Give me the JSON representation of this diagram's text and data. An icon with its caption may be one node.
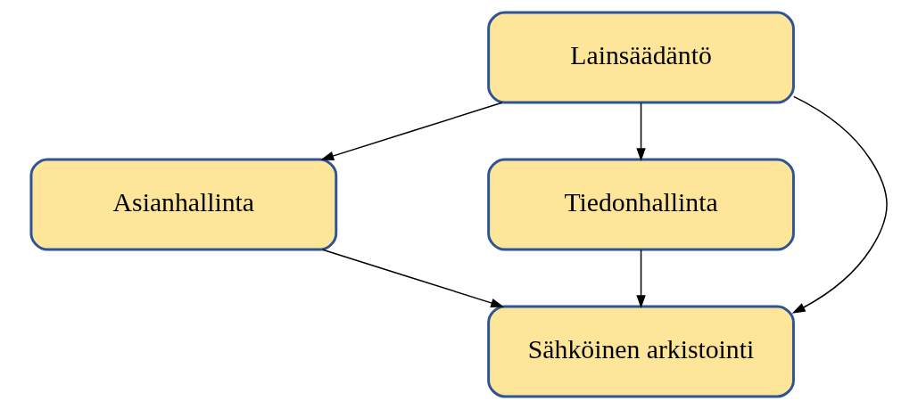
{
  "diagram": {
    "nodes": [
      {
        "text": [
          "Lainsäädäntö"
        ]
      },
      {
        "text": [
          "Asianhallinta"
        ]
      },
      {
        "text": [
          "Tiedonhallinta"
        ]
      },
      {
        "text": [
          "Sähköinen arkistointi"
        ]
      }
    ],
    "edges": [
      {
        "from": 0,
        "to": 1,
        "arrow": "to"
      },
      {
        "from": 0,
        "to": 2,
        "arrow": "to"
      },
      {
        "from": 0,
        "to": 3,
        "arrow": "to"
      },
      {
        "from": 1,
        "to": 3,
        "arrow": "to"
      },
      {
        "from": 2,
        "to": 3,
        "arrow": "to"
      }
    ]
  }
}
